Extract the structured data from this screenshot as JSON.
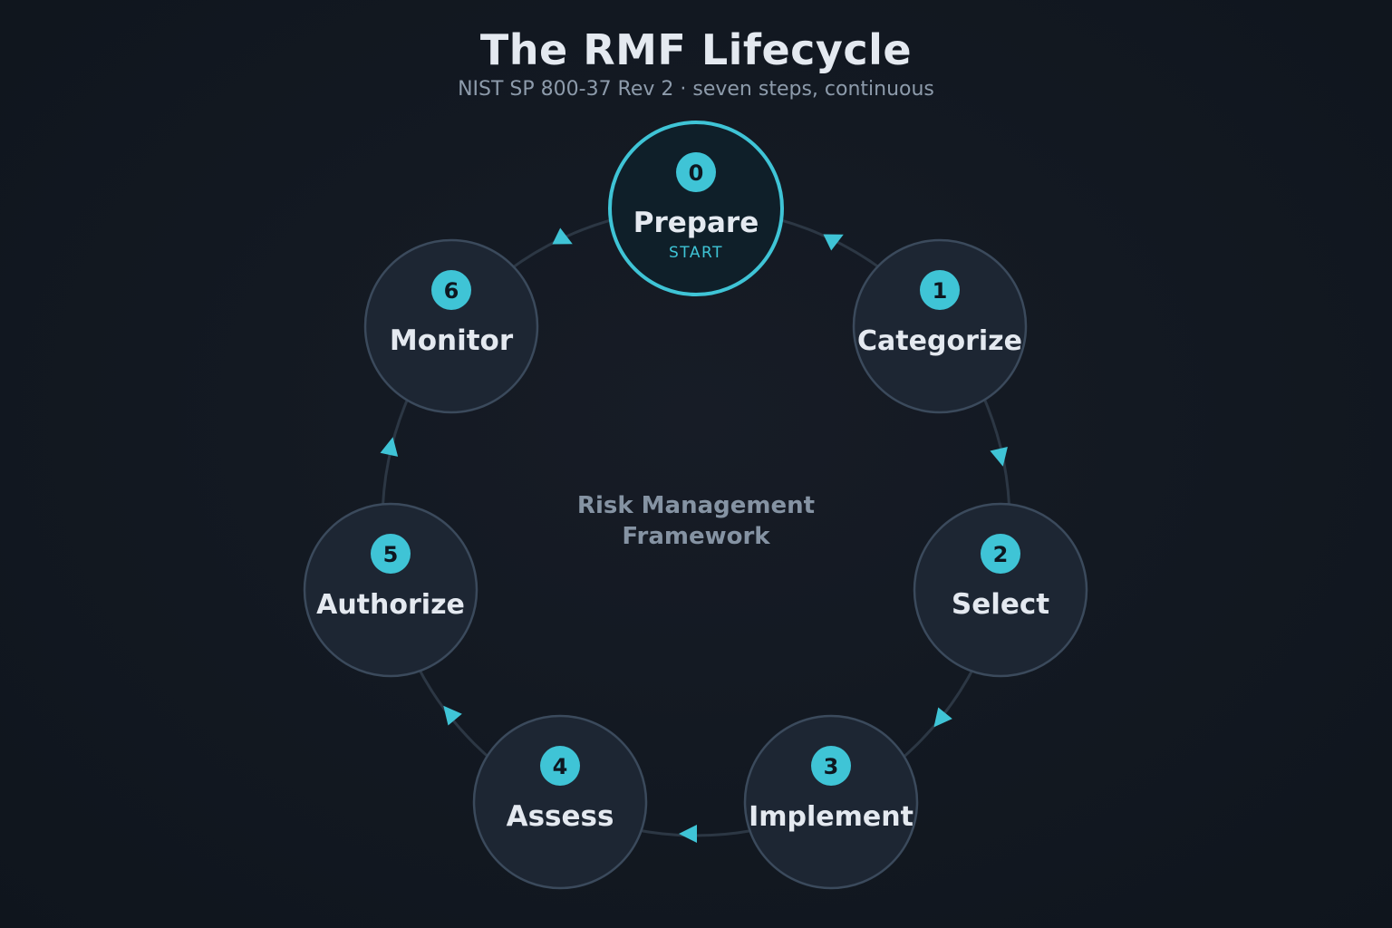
{
  "header": {
    "title": "The RMF Lifecycle",
    "subtitle": "NIST SP 800-37 Rev 2 · seven steps, continuous"
  },
  "center": {
    "line1": "Risk Management",
    "line2": "Framework"
  },
  "steps": [
    {
      "number": "0",
      "label": "Prepare",
      "sublabel": "START",
      "highlight": true
    },
    {
      "number": "1",
      "label": "Categorize"
    },
    {
      "number": "2",
      "label": "Select"
    },
    {
      "number": "3",
      "label": "Implement"
    },
    {
      "number": "4",
      "label": "Assess"
    },
    {
      "number": "5",
      "label": "Authorize"
    },
    {
      "number": "6",
      "label": "Monitor"
    }
  ],
  "colors": {
    "accent": "#3fc4d6",
    "node_fill": "#1d2633",
    "node_stroke": "#3b4a5c",
    "highlight_fill": "#0f1f29",
    "ring": "#2c3744"
  }
}
